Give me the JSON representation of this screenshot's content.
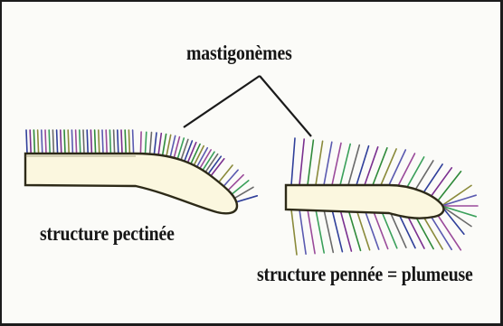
{
  "labels": {
    "top": "mastigonèmes",
    "left": "structure pectinée",
    "right": "structure pennée = plumeuse"
  },
  "colors": {
    "background": "#fbfbf8",
    "frame": "#1c1c1c",
    "flagellum_fill": "#fbf7df",
    "flagellum_outline": "#2d2a18",
    "hair_palette": [
      "#2f3f9a",
      "#7a2f8f",
      "#2f8a3a",
      "#8a8a3a",
      "#5a5ab0",
      "#9a4a9a",
      "#3aa05a",
      "#6a6a6a"
    ],
    "pointer_line": "#1a1a1a",
    "text": "#161616"
  }
}
